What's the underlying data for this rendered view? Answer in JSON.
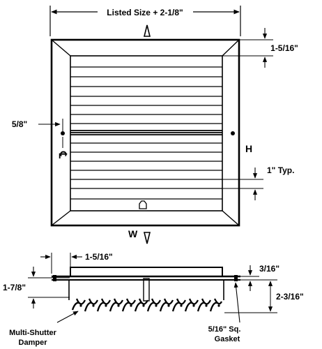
{
  "front_view": {
    "width_dim": "Listed Size + 2-1/8\"",
    "frame_dim": "1-5/16\"",
    "left_offset_dim": "5/8\"",
    "centerline_symbol": "℄",
    "height_label": "H",
    "width_label": "W",
    "blade_spacing_dim": "1\" Typ."
  },
  "side_view": {
    "projection_dim": "1-5/16\"",
    "overall_depth_dim": "1-7/8\"",
    "flange_dim": "3/16\"",
    "damper_depth_dim": "2-3/16\"",
    "damper_label_line1": "Multi-Shutter",
    "damper_label_line2": "Damper",
    "gasket_label_line1": "5/16\" Sq.",
    "gasket_label_line2": "Gasket"
  },
  "colors": {
    "line": "#000000",
    "background": "#ffffff"
  }
}
